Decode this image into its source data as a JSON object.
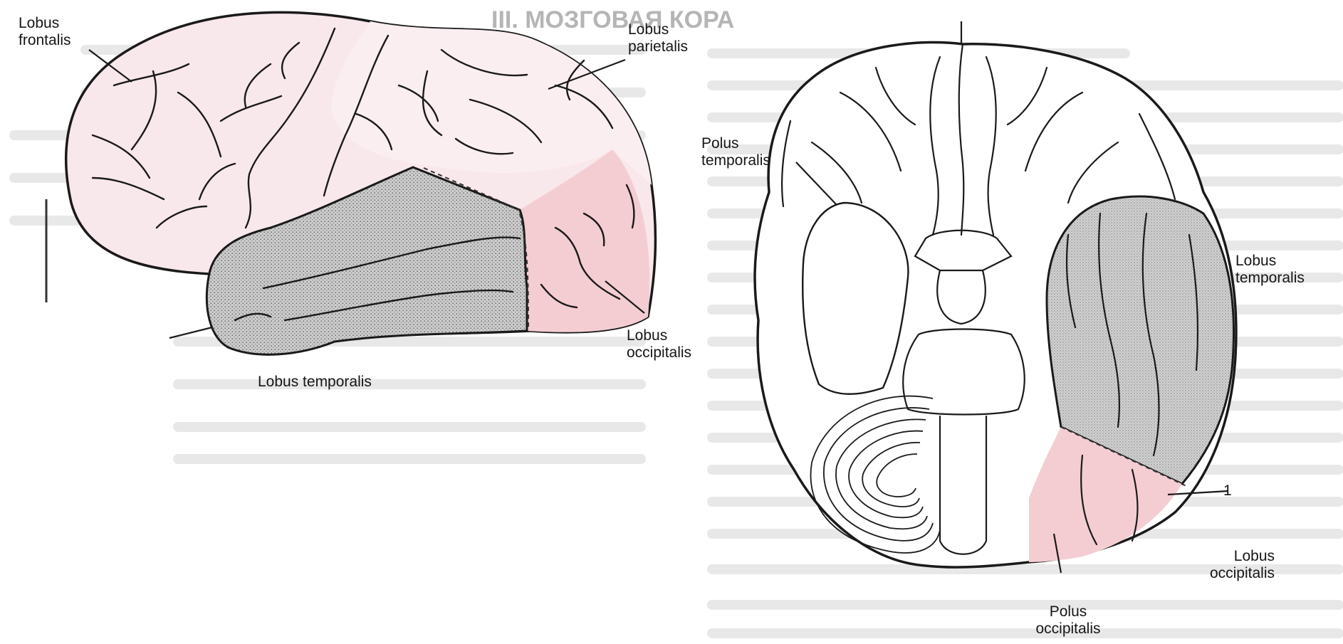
{
  "lateral_view": {
    "labels": {
      "frontal": [
        "Lobus",
        "frontalis"
      ],
      "parietal": [
        "Lobus",
        "parietalis"
      ],
      "occipital": [
        "Lobus",
        "occipitalis"
      ],
      "temporal": "Lobus temporalis"
    },
    "background_text": "III. МОЗГОВАЯ КОРА"
  },
  "basal_view": {
    "labels": {
      "polus_temporalis": [
        "Polus",
        "temporalis"
      ],
      "temporal": [
        "Lobus",
        "temporalis"
      ],
      "occipital": [
        "Lobus",
        "occipitalis"
      ],
      "polus_occipitalis": [
        "Polus",
        "occipitalis"
      ],
      "marker": "1"
    }
  },
  "colors": {
    "highlight_pink": "#f4cdd3",
    "stipple_gray": "#bfbfbf",
    "outline": "#1a1a1a",
    "show_through_text": "#c8c8c8"
  }
}
